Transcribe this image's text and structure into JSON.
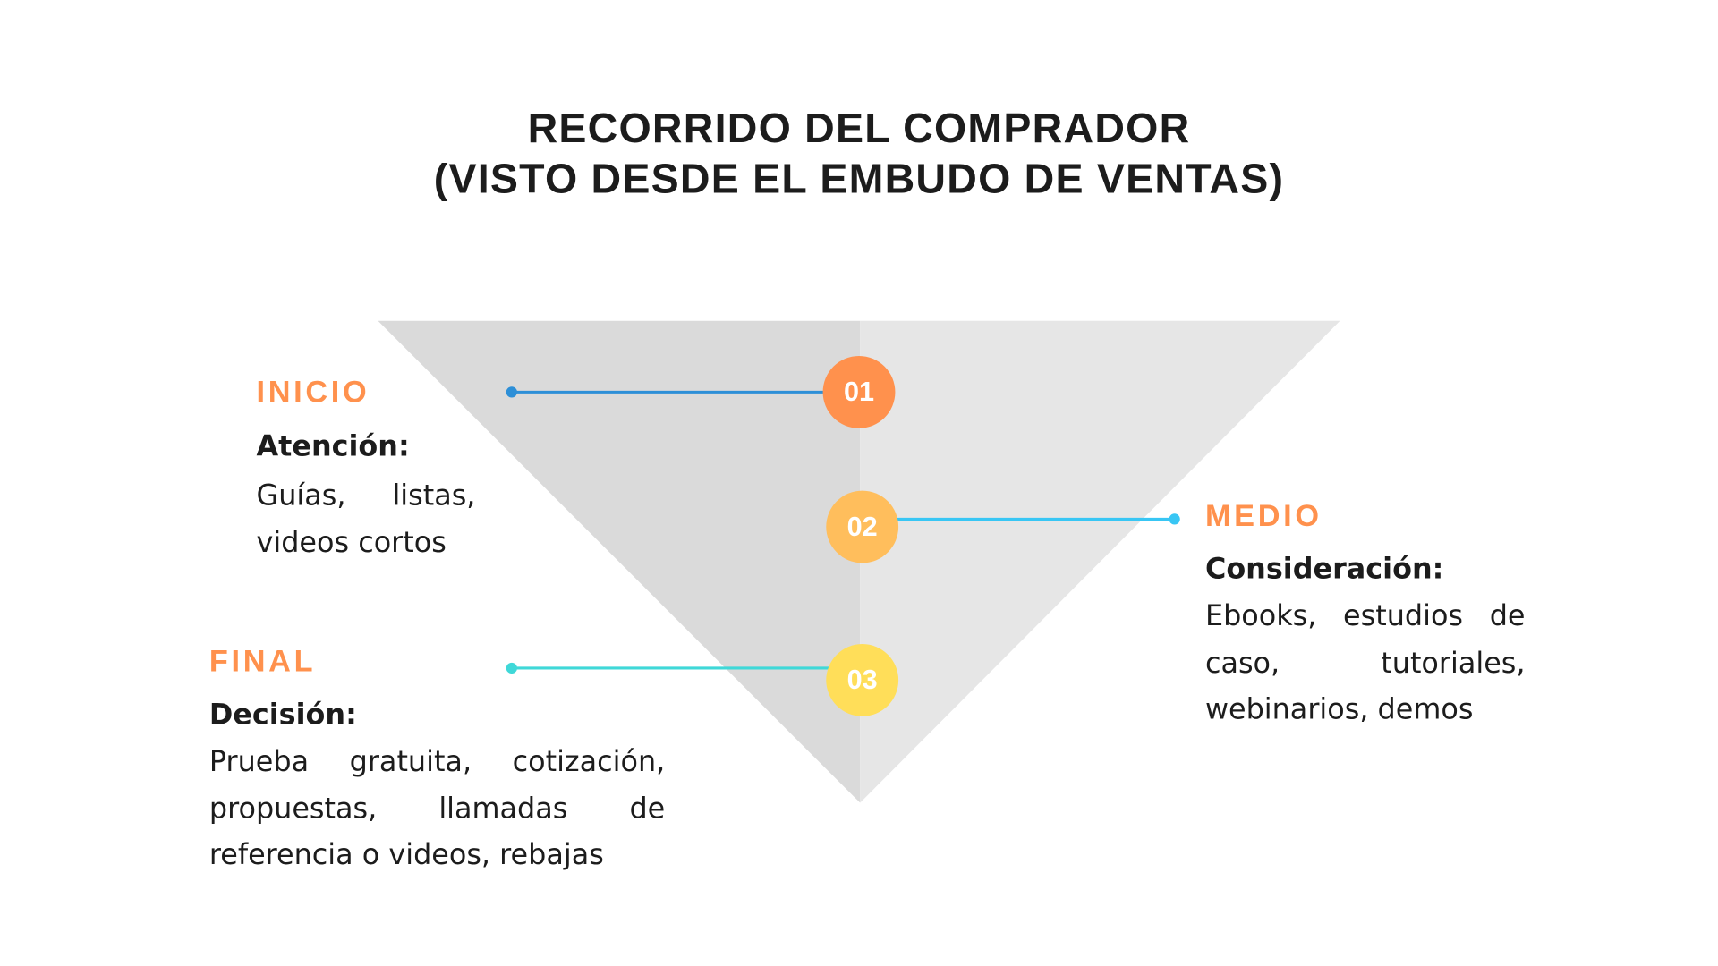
{
  "title": {
    "line1": "RECORRIDO DEL COMPRADOR",
    "line2": "(VISTO DESDE EL EMBUDO DE VENTAS)"
  },
  "colors": {
    "funnel_left": "#dadada",
    "funnel_right": "#e6e6e6",
    "label_orange": "#ff914d",
    "circle_01": "#ff914d",
    "circle_02": "#ffbe5c",
    "circle_03": "#ffde59",
    "line_01": "#2d8fd7",
    "line_02": "#38c6f4",
    "line_03": "#3fd8d8"
  },
  "stages": [
    {
      "number": "01",
      "label": "INICIO",
      "heading": "Atención:",
      "body": "Guías, listas, videos cortos"
    },
    {
      "number": "02",
      "label": "MEDIO",
      "heading": "Consideración:",
      "body": "Ebooks, estudios de caso, tutoriales, webinarios, demos"
    },
    {
      "number": "03",
      "label": "FINAL",
      "heading": "Decisión:",
      "body": "Prueba gratuita, cotización, propuestas, llamadas de referencia o videos, rebajas"
    }
  ]
}
